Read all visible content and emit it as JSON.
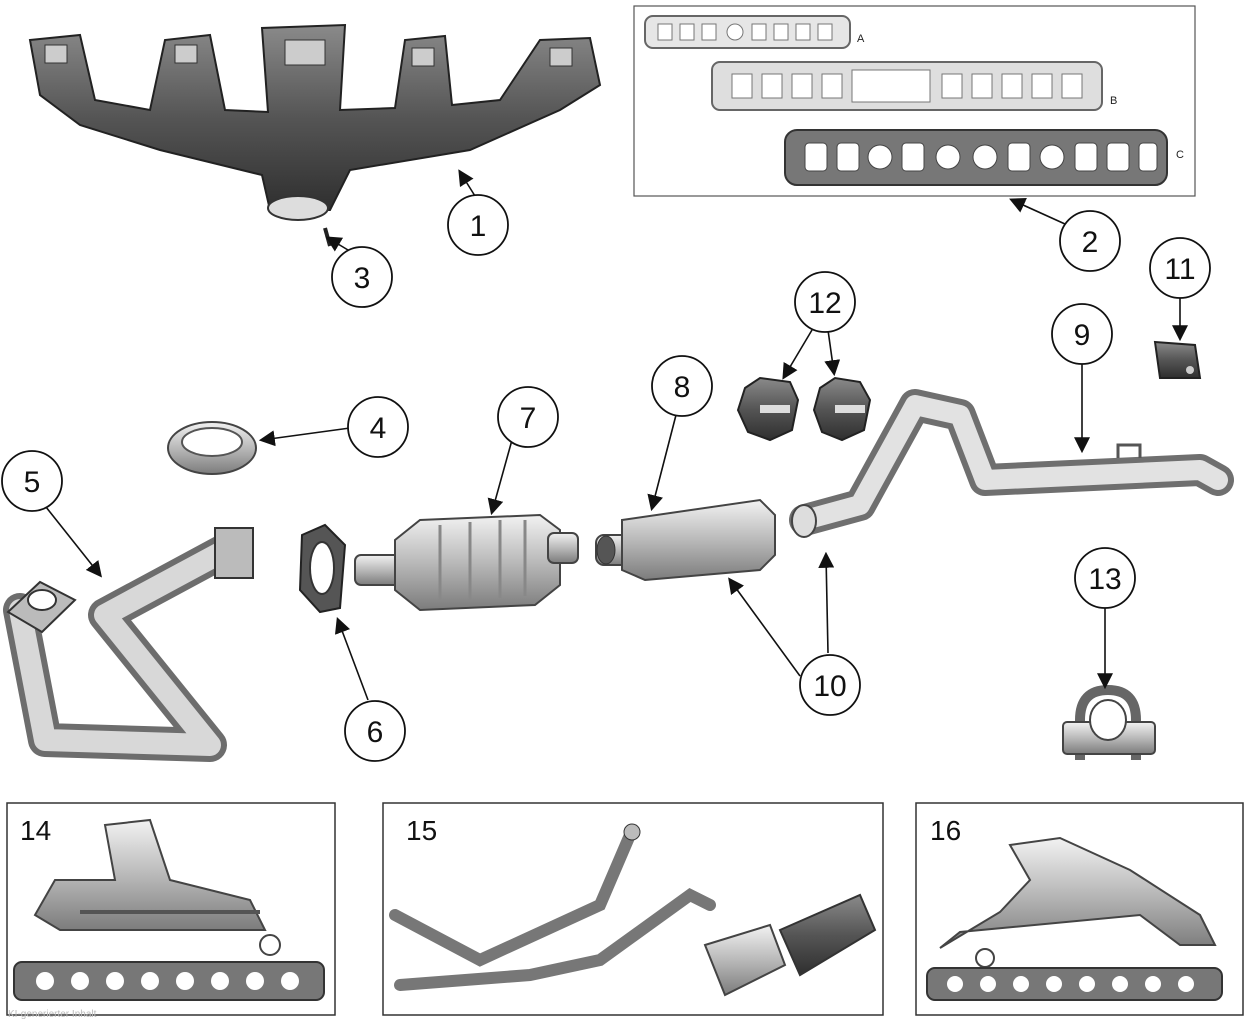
{
  "callouts": [
    "1",
    "2",
    "3",
    "4",
    "5",
    "6",
    "7",
    "8",
    "9",
    "10",
    "11",
    "12",
    "13"
  ],
  "gasket_variants": [
    "A",
    "B",
    "C"
  ],
  "kits": [
    "14",
    "15",
    "16"
  ],
  "watermark": "KI-generierter Inhalt"
}
